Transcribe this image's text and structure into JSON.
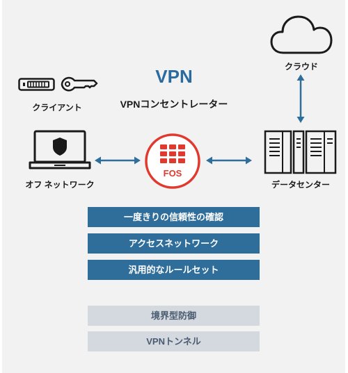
{
  "title": "VPN",
  "subtitle": "VPNコンセントレーター",
  "nodes": {
    "client": "クライアント",
    "offnet": "オフ ネットワーク",
    "cloud": "クラウド",
    "datacenter": "データセンター",
    "fos": "FOS"
  },
  "features_primary": [
    "一度きりの信頼性の確認",
    "アクセスネットワーク",
    "汎用的なルールセット"
  ],
  "features_secondary": [
    "境界型防御",
    "VPNトンネル"
  ],
  "colors": {
    "accent": "#2f6e9b",
    "fos_red": "#e03a2f",
    "muted_bar": "#d4d9e0"
  },
  "icons": [
    "usb-key-icon",
    "key-icon",
    "laptop-shield-icon",
    "fortinet-fos-icon",
    "cloud-icon",
    "server-rack-icon"
  ]
}
